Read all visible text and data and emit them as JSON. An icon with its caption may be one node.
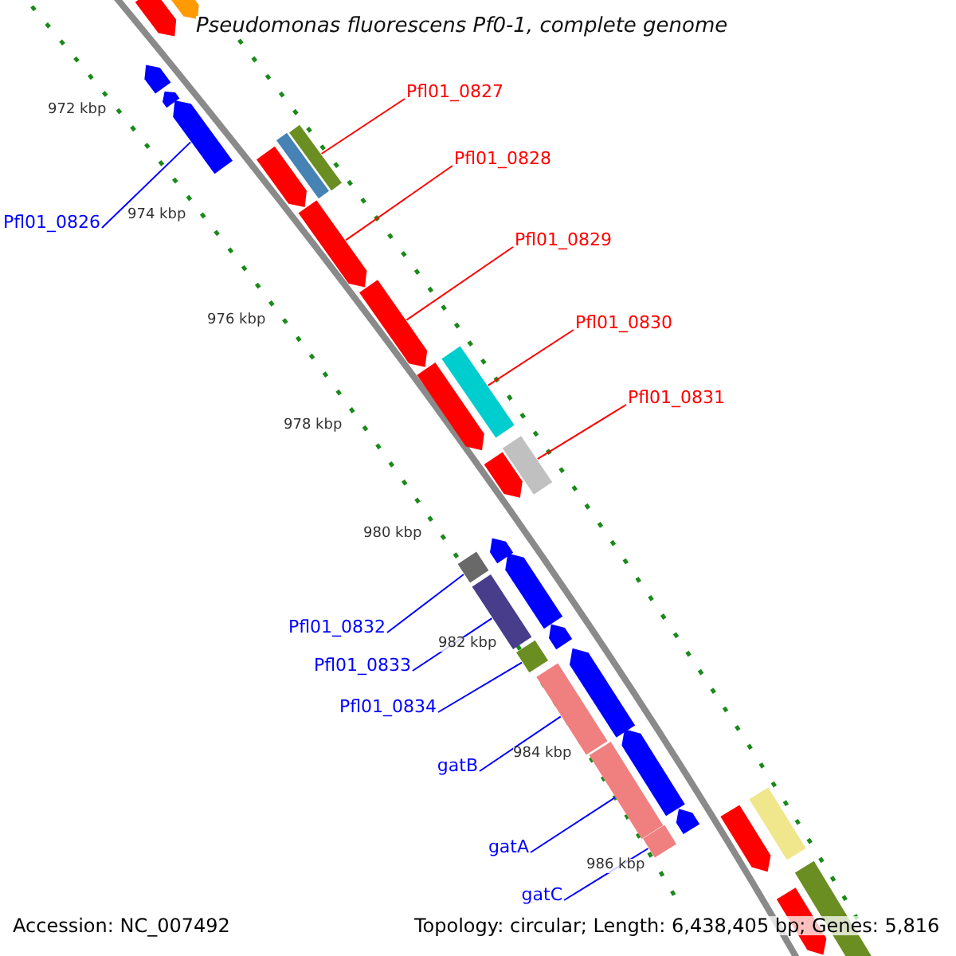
{
  "diagram": {
    "title": "Pseudomonas fluorescens Pf0-1, complete genome",
    "nodes": [
      {
        "text": [
          "Pfl01_0827"
        ]
      },
      {
        "text": [
          "Pfl01_0828"
        ]
      },
      {
        "text": [
          "Pfl01_0829"
        ]
      },
      {
        "text": [
          "Pfl01_0830"
        ]
      },
      {
        "text": [
          "Pfl01_0831"
        ]
      },
      {
        "text": [
          "Pfl01_0826"
        ]
      },
      {
        "text": [
          "Pfl01_0832"
        ]
      },
      {
        "text": [
          "Pfl01_0833"
        ]
      },
      {
        "text": [
          "Pfl01_0834"
        ]
      },
      {
        "text": [
          "gatB"
        ]
      },
      {
        "text": [
          "gatA"
        ]
      },
      {
        "text": [
          "gatC"
        ]
      },
      {
        "text": [],
        "shape": "arrow"
      },
      {
        "text": [],
        "shape": "arrow"
      },
      {
        "text": [],
        "shape": "arrow"
      },
      {
        "text": [],
        "shape": "arrow"
      },
      {
        "text": [],
        "shape": "arrow"
      },
      {
        "text": [],
        "shape": "bar"
      },
      {
        "text": [],
        "shape": "bar"
      },
      {
        "text": [],
        "shape": "arrow"
      },
      {
        "text": [],
        "shape": "arrow"
      },
      {
        "text": [],
        "shape": "arrow"
      },
      {
        "text": [],
        "shape": "bar"
      },
      {
        "text": [],
        "shape": "arrow"
      },
      {
        "text": [],
        "shape": "bar"
      },
      {
        "text": [],
        "shape": "arrow"
      },
      {
        "text": [],
        "shape": "arrow"
      },
      {
        "text": [],
        "shape": "arrow"
      },
      {
        "text": [],
        "shape": "arrow"
      },
      {
        "text": [],
        "shape": "arrow"
      },
      {
        "text": [],
        "shape": "arrow"
      },
      {
        "text": [],
        "shape": "arrow"
      },
      {
        "text": [],
        "shape": "bar"
      },
      {
        "text": [],
        "shape": "bar"
      },
      {
        "text": [],
        "shape": "bar"
      },
      {
        "text": [],
        "shape": "bar"
      },
      {
        "text": [],
        "shape": "bar"
      },
      {
        "text": [],
        "shape": "bar"
      },
      {
        "text": [],
        "shape": "arrow"
      },
      {
        "text": [],
        "shape": "bar"
      },
      {
        "text": [],
        "shape": "arrow"
      },
      {
        "text": [],
        "shape": "bar"
      }
    ],
    "edges": [
      {
        "from": 0,
        "to": 18,
        "arrow": "none",
        "color": "#ff0000"
      },
      {
        "from": 1,
        "to": 20,
        "arrow": "none",
        "color": "#ff0000"
      },
      {
        "from": 2,
        "to": 21,
        "arrow": "none",
        "color": "#ff0000"
      },
      {
        "from": 3,
        "to": 22,
        "arrow": "none",
        "color": "#ff0000"
      },
      {
        "from": 4,
        "to": 24,
        "arrow": "none",
        "color": "#ff0000"
      },
      {
        "from": 5,
        "to": 16,
        "arrow": "none"
      },
      {
        "from": 6,
        "to": 32,
        "arrow": "none"
      },
      {
        "from": 7,
        "to": 33,
        "arrow": "none"
      },
      {
        "from": 8,
        "to": 34,
        "arrow": "none"
      },
      {
        "from": 9,
        "to": 35,
        "arrow": "none"
      },
      {
        "from": 10,
        "to": 36,
        "arrow": "none"
      },
      {
        "from": 11,
        "to": 37,
        "arrow": "none"
      }
    ],
    "labels": [
      "972 kbp",
      "974 kbp",
      "976 kbp",
      "978 kbp",
      "980 kbp",
      "982 kbp",
      "984 kbp",
      "986 kbp",
      "Accession: NC_007492",
      "Topology: circular; Length: 6,438,405 bp; Genes: 5,816"
    ]
  }
}
